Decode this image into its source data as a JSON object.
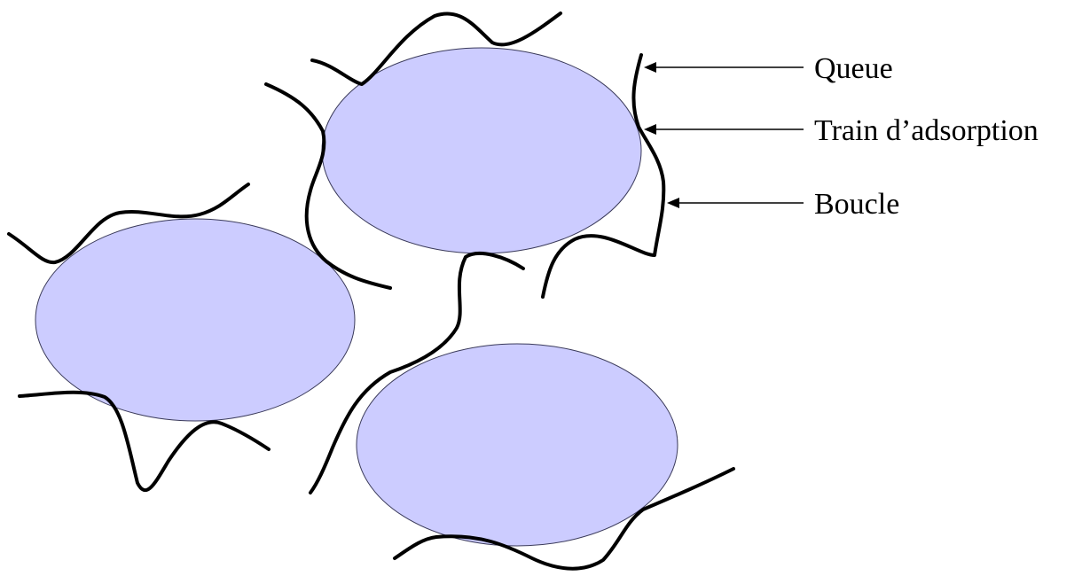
{
  "labels": {
    "tail": "Queue",
    "train": "Train d’adsorption",
    "loop": "Boucle"
  },
  "colors": {
    "particle_fill": "#ccccff",
    "particle_stroke": "#3a3a5a",
    "chain": "#000000",
    "background": "#ffffff"
  }
}
